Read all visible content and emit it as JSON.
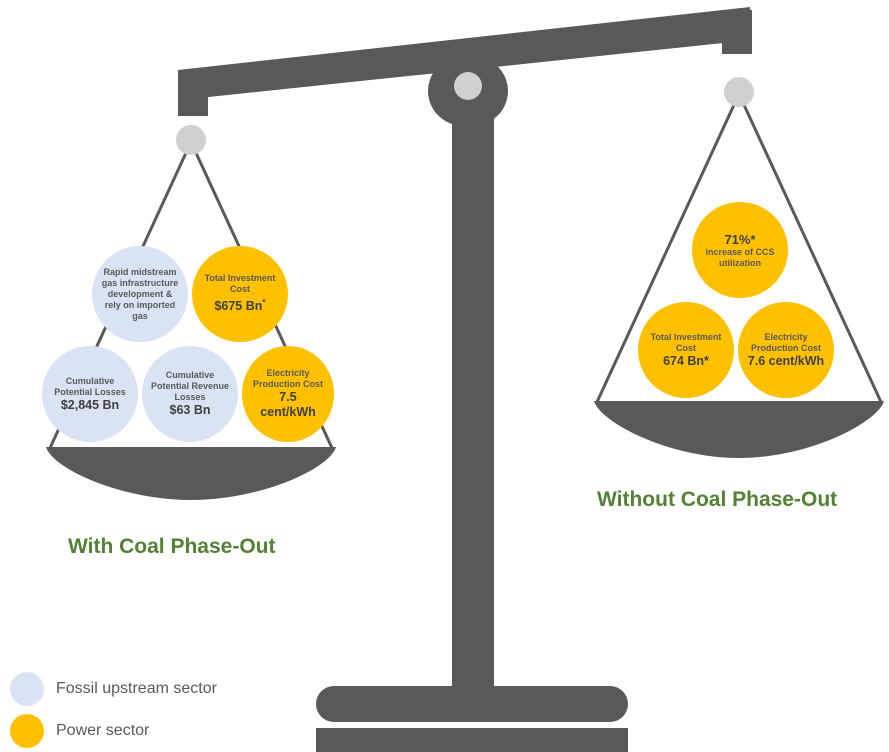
{
  "colors": {
    "scale": "#595959",
    "pivot": "#d0d0d0",
    "fossil": "#dae3f3",
    "power": "#ffc000",
    "caption": "#538135",
    "text": "#595959"
  },
  "left_pan": {
    "caption": "With Coal Phase-Out",
    "bubbles": {
      "midstream": {
        "text": "Rapid midstream gas infrastructure development & rely on imported gas"
      },
      "investment": {
        "label": "Total Investment Cost",
        "value": "$675 Bn",
        "mark": "*"
      },
      "cumulative_losses": {
        "label": "Cumulative Potential Losses",
        "value": "$2,845 Bn"
      },
      "revenue_losses": {
        "label": "Cumulative Potential Revenue Losses",
        "value": "$63 Bn"
      },
      "production_cost": {
        "label": "Electricity Production Cost",
        "value": "7.5 cent/kWh"
      }
    }
  },
  "right_pan": {
    "caption": "Without Coal Phase-Out",
    "bubbles": {
      "ccs": {
        "value": "71%*",
        "label": "increase of CCS utilization"
      },
      "investment": {
        "label": "Total Investment Cost",
        "value": "674 Bn*"
      },
      "production_cost": {
        "label": "Electricity Production Cost",
        "value": "7.6 cent/kWh"
      }
    }
  },
  "legend": [
    {
      "label": "Fossil upstream sector",
      "color": "#dae3f3"
    },
    {
      "label": "Power sector",
      "color": "#ffc000"
    }
  ]
}
